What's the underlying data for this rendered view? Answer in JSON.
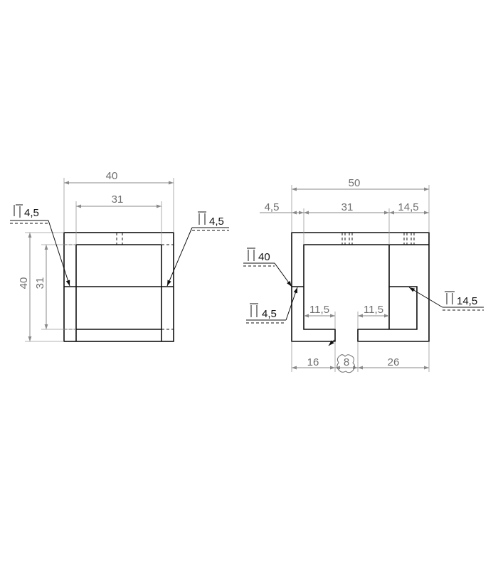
{
  "left_view": {
    "dim_width_outer": "40",
    "dim_width_inner": "31",
    "dim_height_outer": "40",
    "dim_height_inner": "31",
    "callout_left": "4,5",
    "callout_right": "4,5"
  },
  "right_view": {
    "dim_total": "50",
    "dim_left": "4,5",
    "dim_mid": "31",
    "dim_right": "14,5",
    "dim_lip_left": "11,5",
    "dim_lip_right": "11,5",
    "dim_bottom_left": "16",
    "dim_gap": "8",
    "dim_bottom_right": "26",
    "callout_top_left": "40",
    "callout_bottom_left": "4,5",
    "callout_right": "14,5"
  },
  "colors": {
    "part_line": "#111111",
    "dimension": "#8a8a8a"
  }
}
